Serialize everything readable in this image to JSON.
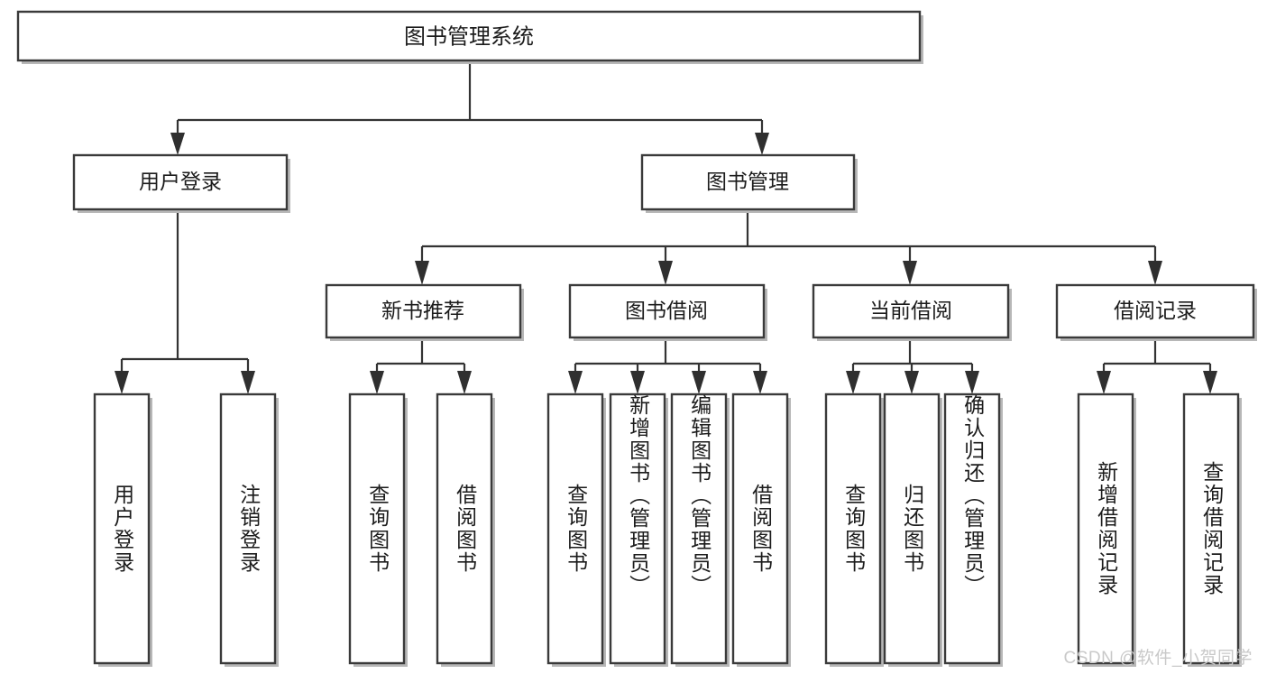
{
  "diagram": {
    "title": "图书管理系统",
    "type": "hierarchy-tree",
    "watermark": "CSDN @软件_小贺同学",
    "colors": {
      "box_border": "#3a3a3a",
      "box_fill": "#ffffff",
      "connector": "#333333",
      "text": "#1c1c1c",
      "watermark": "#c9c9c9",
      "background": "#ffffff"
    },
    "levels": {
      "root": {
        "label": "图书管理系统"
      },
      "level2": [
        {
          "id": "user-login",
          "label": "用户登录"
        },
        {
          "id": "book-management",
          "label": "图书管理"
        }
      ],
      "level3": [
        {
          "id": "new-book-recommend",
          "label": "新书推荐",
          "parent": "book-management"
        },
        {
          "id": "book-borrow",
          "label": "图书借阅",
          "parent": "book-management"
        },
        {
          "id": "current-borrow",
          "label": "当前借阅",
          "parent": "book-management"
        },
        {
          "id": "borrow-record",
          "label": "借阅记录",
          "parent": "book-management"
        }
      ],
      "leaves": [
        {
          "id": "leaf-user-login",
          "label": "用户登录",
          "parent": "user-login"
        },
        {
          "id": "leaf-logout-login",
          "label": "注销登录",
          "parent": "user-login"
        },
        {
          "id": "leaf-query-book-1",
          "label": "查询图书",
          "parent": "new-book-recommend"
        },
        {
          "id": "leaf-borrow-book-1",
          "label": "借阅图书",
          "parent": "new-book-recommend"
        },
        {
          "id": "leaf-query-book-2",
          "label": "查询图书",
          "parent": "book-borrow"
        },
        {
          "id": "leaf-add-book",
          "label": "新增图书（管理员）",
          "parent": "book-borrow"
        },
        {
          "id": "leaf-edit-book",
          "label": "编辑图书（管理员）",
          "parent": "book-borrow"
        },
        {
          "id": "leaf-borrow-book-2",
          "label": "借阅图书",
          "parent": "book-borrow"
        },
        {
          "id": "leaf-query-book-3",
          "label": "查询图书",
          "parent": "current-borrow"
        },
        {
          "id": "leaf-return-book",
          "label": "归还图书",
          "parent": "current-borrow"
        },
        {
          "id": "leaf-confirm-return",
          "label": "确认归还（管理员）",
          "parent": "current-borrow"
        },
        {
          "id": "leaf-add-record",
          "label": "新增借阅记录",
          "parent": "borrow-record"
        },
        {
          "id": "leaf-query-record",
          "label": "查询借阅记录",
          "parent": "borrow-record"
        }
      ]
    }
  }
}
